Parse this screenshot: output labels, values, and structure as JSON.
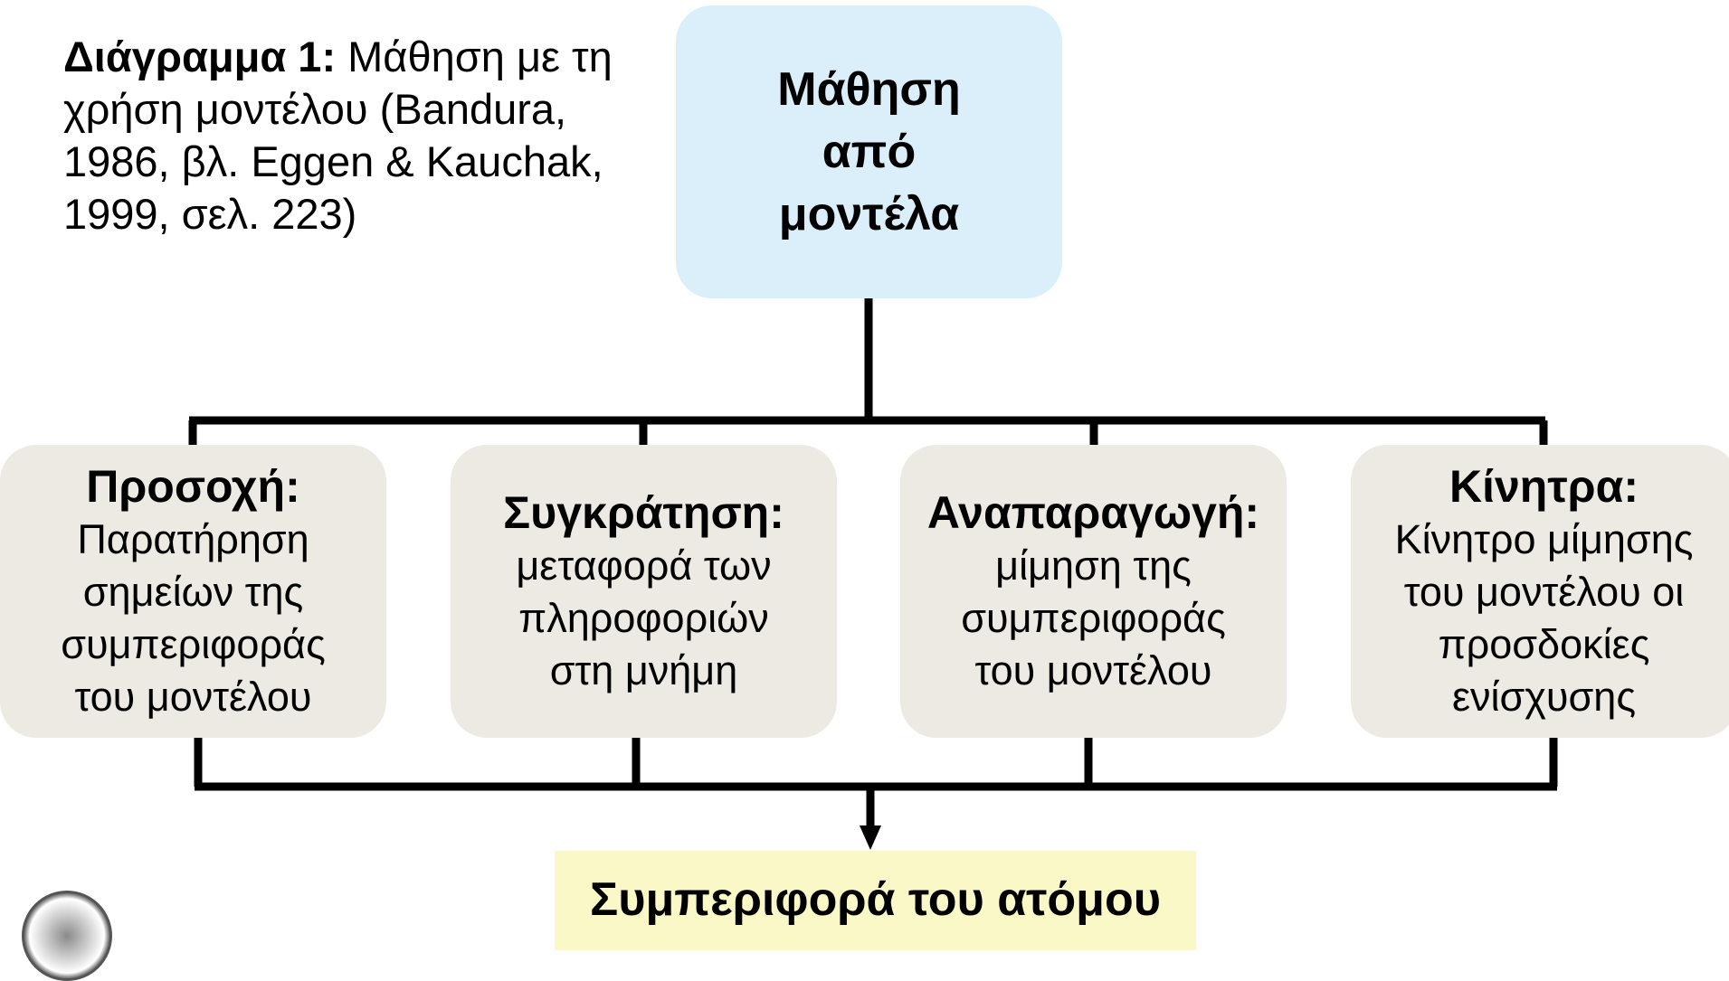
{
  "caption": {
    "label": "Διάγραμμα 1:",
    "text": " Μάθηση με τη χρήση μοντέλου (Bandura, 1986, βλ. Eggen & Kauchak, 1999, σελ. 223)"
  },
  "root": {
    "lines": [
      "Μάθηση",
      "από",
      "μοντέλα"
    ]
  },
  "stages": [
    {
      "title": "Προσοχή:",
      "description": "Παρατήρηση σημείων της συμπεριφοράς του μοντέλου"
    },
    {
      "title": "Συγκράτηση:",
      "description": "μεταφορά των πληροφοριών στη μνήμη"
    },
    {
      "title": "Αναπαραγωγή:",
      "description": "μίμηση της συμπεριφοράς του μοντέλου"
    },
    {
      "title": "Κίνητρα:",
      "description": "Κίνητρο μίμησης του μοντέλου οι προσδοκίες ενίσχυσης"
    }
  ],
  "result": {
    "label": "Συμπεριφορά του ατόμου"
  },
  "colors": {
    "root_fill": "#dbeffb",
    "stage_fill": "#eceae2",
    "result_fill": "#fbf8c7",
    "connector": "#000000"
  }
}
